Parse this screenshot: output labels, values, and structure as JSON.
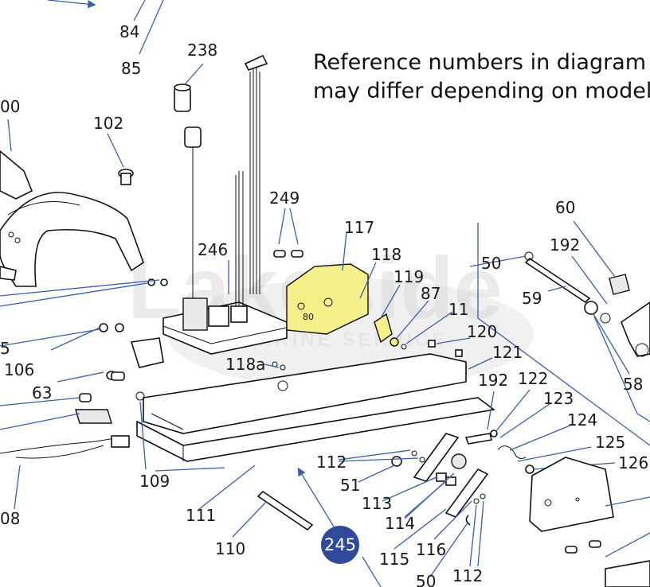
{
  "note": {
    "line1": "Reference numbers in diagram",
    "line2": "may differ depending on model"
  },
  "callout": {
    "label": "245",
    "color": "#31499a"
  },
  "watermark": {
    "text": "Lakeside",
    "subtext": "MARINE SERVICE"
  },
  "colors": {
    "leader": "#3a5ea8",
    "highlight": "#f6f08a"
  },
  "part_80_text": "80",
  "reference_numbers": [
    "84",
    "85",
    "238",
    "00",
    "102",
    "249",
    "246",
    "117",
    "118",
    "119",
    "87",
    "11",
    "120",
    "121",
    "60",
    "192",
    "50",
    "59",
    "58",
    "5",
    "106",
    "63",
    "118a",
    "192",
    "122",
    "123",
    "124",
    "125",
    "126",
    "112",
    "51",
    "113",
    "114",
    "115",
    "116",
    "50",
    "112",
    "109",
    "111",
    "110",
    "08"
  ]
}
